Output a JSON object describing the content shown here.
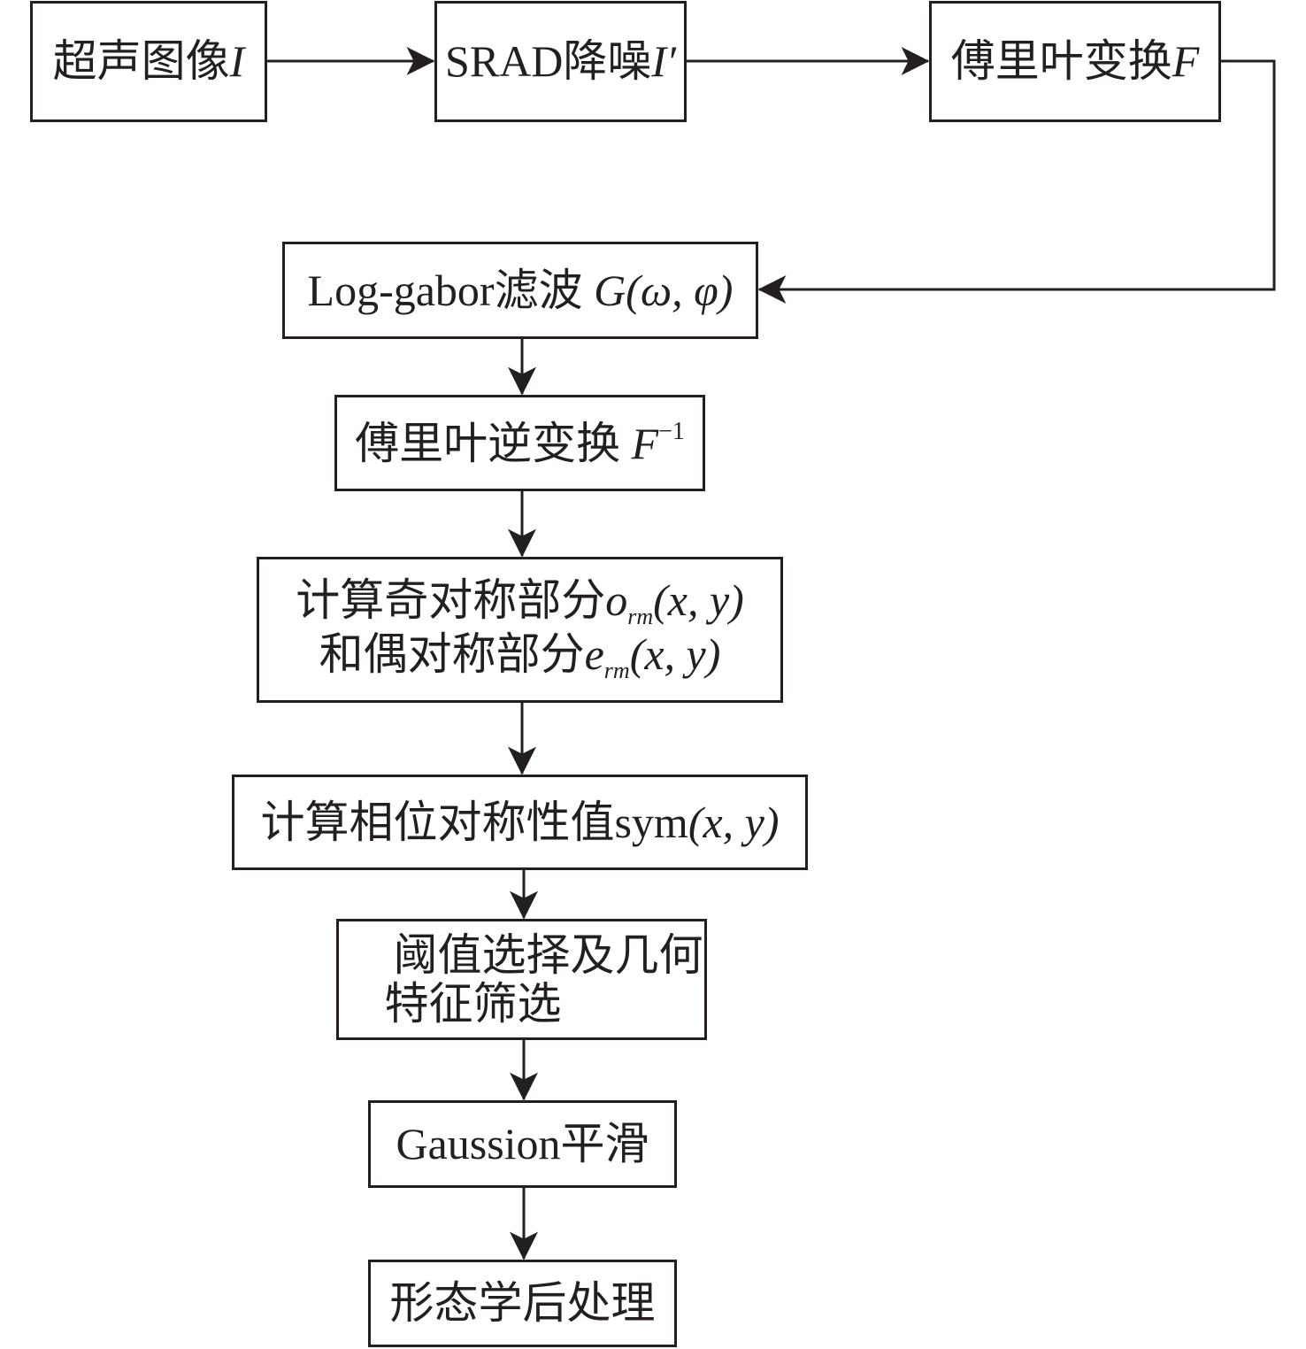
{
  "diagram": {
    "type": "flowchart",
    "nodes": [
      {
        "id": "n1",
        "text": "超声图像",
        "math": "I"
      },
      {
        "id": "n2",
        "text": "SRAD降噪",
        "math": "I′"
      },
      {
        "id": "n3",
        "text": "傅里叶变换",
        "math": "F"
      },
      {
        "id": "n4",
        "text": "Log-gabor滤波 ",
        "math": "G(ω, φ)"
      },
      {
        "id": "n5",
        "text": "傅里叶逆变换 ",
        "math": "F",
        "sup": "−1"
      },
      {
        "id": "n6",
        "line1_text": "计算奇对称部分",
        "line1_var": "o",
        "line1_sub": "rm",
        "line1_args": "(x, y)",
        "line2_text": "和偶对称部分",
        "line2_var": "e",
        "line2_sub": "rm",
        "line2_args": "(x, y)"
      },
      {
        "id": "n7",
        "text": "计算相位对称性值sym",
        "math": "(x, y)"
      },
      {
        "id": "n8",
        "line1": "阈值选择及几何",
        "line2": "特征筛选"
      },
      {
        "id": "n9",
        "text": "Gaussion平滑"
      },
      {
        "id": "n10",
        "text": "形态学后处理"
      }
    ],
    "edges": [
      [
        "n1",
        "n2"
      ],
      [
        "n2",
        "n3"
      ],
      [
        "n3",
        "n4"
      ],
      [
        "n4",
        "n5"
      ],
      [
        "n5",
        "n6"
      ],
      [
        "n6",
        "n7"
      ],
      [
        "n7",
        "n8"
      ],
      [
        "n8",
        "n9"
      ],
      [
        "n9",
        "n10"
      ]
    ]
  }
}
